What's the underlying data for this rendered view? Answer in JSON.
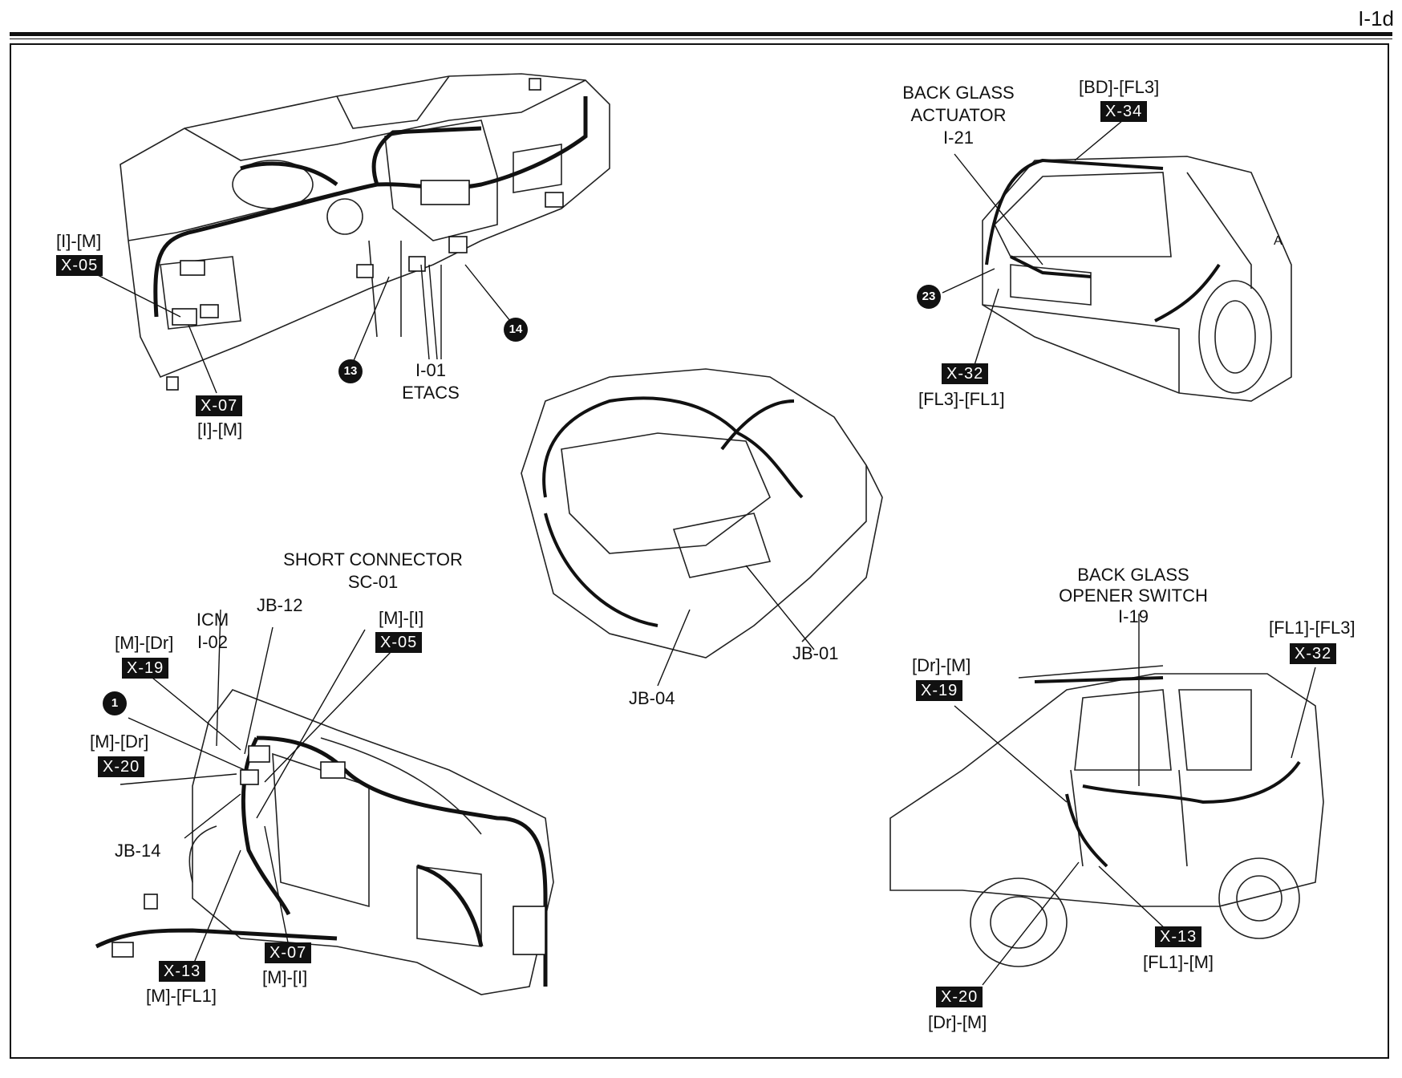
{
  "page_id": "I-1d",
  "dashboard_view": {
    "callout_x05_code": "[I]-[M]",
    "callout_x05_tag": "X-05",
    "callout_x07_tag": "X-07",
    "callout_x07_code": "[I]-[M]",
    "point_13": "13",
    "point_14": "14",
    "etacs_id": "I-01",
    "etacs_name": "ETACS"
  },
  "rear_view": {
    "actuator_line1": "BACK GLASS",
    "actuator_line2": "ACTUATOR",
    "actuator_id": "I-21",
    "x34_code": "[BD]-[FL3]",
    "x34_tag": "X-34",
    "point_23": "23",
    "x32_tag": "X-32",
    "x32_code": "[FL3]-[FL1]",
    "marker_a": "A"
  },
  "engine_view": {
    "jb01": "JB-01",
    "jb04": "JB-04"
  },
  "interior_view": {
    "short_line1": "SHORT CONNECTOR",
    "short_id": "SC-01",
    "jb12": "JB-12",
    "icm_name": "ICM",
    "icm_id": "I-02",
    "x19_code": "[M]-[Dr]",
    "x19_tag": "X-19",
    "x05_code": "[M]-[I]",
    "x05_tag": "X-05",
    "point_1": "1",
    "x20_code": "[M]-[Dr]",
    "x20_tag": "X-20",
    "jb14": "JB-14",
    "x13_tag": "X-13",
    "x13_code": "[M]-[FL1]",
    "x07_tag": "X-07",
    "x07_code": "[M]-[I]"
  },
  "side_view": {
    "switch_line1": "BACK GLASS",
    "switch_line2": "OPENER SWITCH",
    "switch_id": "I-19",
    "x19_code": "[Dr]-[M]",
    "x19_tag": "X-19",
    "x32_code": "[FL1]-[FL3]",
    "x32_tag": "X-32",
    "x13_tag": "X-13",
    "x13_code": "[FL1]-[M]",
    "x20_tag": "X-20",
    "x20_code": "[Dr]-[M]"
  }
}
